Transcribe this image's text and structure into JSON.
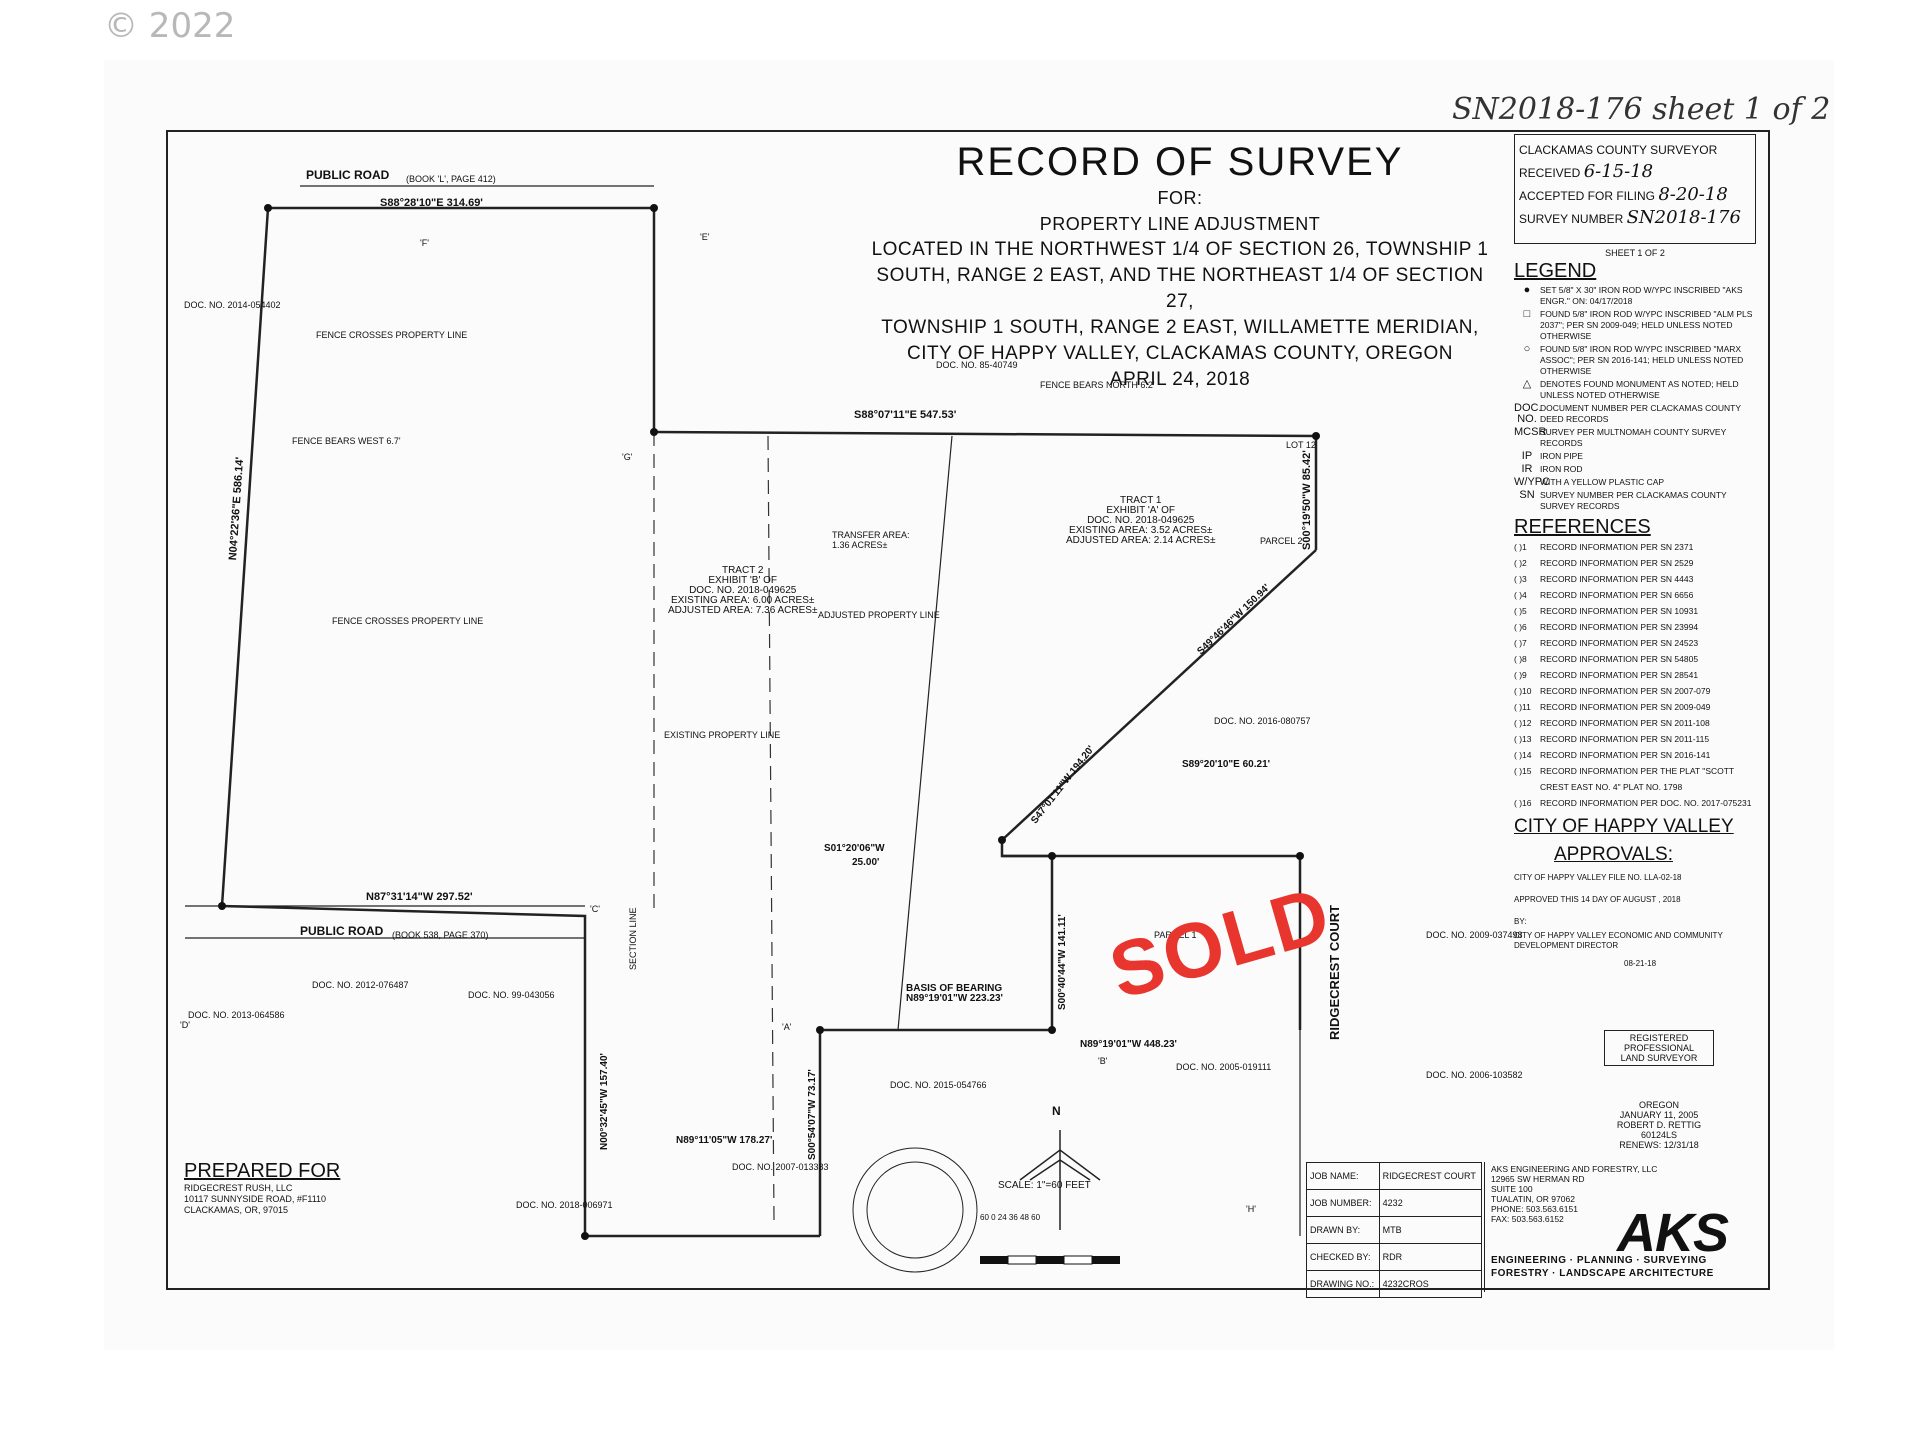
{
  "copyright": "© 2022",
  "header": {
    "handwritten_sheet": "SN2018-176 sheet 1 of 2",
    "title": "RECORD OF SURVEY",
    "for": "FOR:",
    "purpose": "PROPERTY LINE ADJUSTMENT",
    "location_lines": [
      "LOCATED IN THE NORTHWEST 1/4 OF SECTION 26, TOWNSHIP 1",
      "SOUTH, RANGE 2 EAST, AND THE NORTHEAST 1/4 OF SECTION 27,",
      "TOWNSHIP 1 SOUTH, RANGE 2 EAST, WILLAMETTE MERIDIAN,",
      "CITY OF HAPPY VALLEY, CLACKAMAS COUNTY, OREGON"
    ],
    "date": "APRIL 24, 2018"
  },
  "county_box": {
    "title": "CLACKAMAS COUNTY SURVEYOR",
    "received_label": "RECEIVED",
    "received_value": "6-15-18",
    "accepted_label": "ACCEPTED FOR FILING",
    "accepted_value": "8-20-18",
    "survey_label": "SURVEY NUMBER",
    "survey_value": "SN2018-176"
  },
  "sheet_label": "SHEET 1 OF 2",
  "legend": {
    "title": "LEGEND",
    "items": [
      {
        "symbol": "●",
        "text": "SET 5/8\" X 30\" IRON ROD W/YPC INSCRIBED \"AKS ENGR.\" ON: 04/17/2018"
      },
      {
        "symbol": "□",
        "text": "FOUND 5/8\" IRON ROD W/YPC INSCRIBED \"ALM PLS 2037\"; PER SN 2009-049; HELD UNLESS NOTED OTHERWISE"
      },
      {
        "symbol": "○",
        "text": "FOUND 5/8\" IRON ROD W/YPC INSCRIBED \"MARX ASSOC\"; PER SN 2016-141; HELD UNLESS NOTED OTHERWISE"
      },
      {
        "symbol": "△",
        "text": "DENOTES FOUND MONUMENT AS NOTED; HELD UNLESS NOTED OTHERWISE"
      },
      {
        "symbol": "DOC. NO.",
        "text": "DOCUMENT NUMBER PER CLACKAMAS COUNTY DEED RECORDS"
      },
      {
        "symbol": "MCSR",
        "text": "SURVEY PER MULTNOMAH COUNTY SURVEY RECORDS"
      },
      {
        "symbol": "IP",
        "text": "IRON PIPE"
      },
      {
        "symbol": "IR",
        "text": "IRON ROD"
      },
      {
        "symbol": "W/YPC",
        "text": "WITH A YELLOW PLASTIC CAP"
      },
      {
        "symbol": "SN",
        "text": "SURVEY NUMBER PER CLACKAMAS COUNTY SURVEY RECORDS"
      }
    ]
  },
  "references": {
    "title": "REFERENCES",
    "items": [
      {
        "num": "( )1",
        "text": "RECORD INFORMATION PER SN 2371"
      },
      {
        "num": "( )2",
        "text": "RECORD INFORMATION PER SN 2529"
      },
      {
        "num": "( )3",
        "text": "RECORD INFORMATION PER SN 4443"
      },
      {
        "num": "( )4",
        "text": "RECORD INFORMATION PER SN 6656"
      },
      {
        "num": "( )5",
        "text": "RECORD INFORMATION PER SN 10931"
      },
      {
        "num": "( )6",
        "text": "RECORD INFORMATION PER SN 23994"
      },
      {
        "num": "( )7",
        "text": "RECORD INFORMATION PER SN 24523"
      },
      {
        "num": "( )8",
        "text": "RECORD INFORMATION PER SN 54805"
      },
      {
        "num": "( )9",
        "text": "RECORD INFORMATION PER SN 28541"
      },
      {
        "num": "( )10",
        "text": "RECORD INFORMATION PER SN 2007-079"
      },
      {
        "num": "( )11",
        "text": "RECORD INFORMATION PER SN 2009-049"
      },
      {
        "num": "( )12",
        "text": "RECORD INFORMATION PER SN 2011-108"
      },
      {
        "num": "( )13",
        "text": "RECORD INFORMATION PER SN 2011-115"
      },
      {
        "num": "( )14",
        "text": "RECORD INFORMATION PER SN 2016-141"
      },
      {
        "num": "( )15",
        "text": "RECORD INFORMATION PER THE PLAT \"SCOTT CREST EAST NO. 4\" PLAT NO. 1798"
      },
      {
        "num": "( )16",
        "text": "RECORD INFORMATION PER DOC. NO. 2017-075231"
      }
    ]
  },
  "approvals": {
    "title1": "CITY OF HAPPY VALLEY",
    "title2": "APPROVALS:",
    "file_no": "CITY OF HAPPY VALLEY FILE NO. LLA-02-18",
    "approved": "APPROVED THIS 14 DAY OF AUGUST , 2018",
    "by": "BY:",
    "director": "CITY OF HAPPY VALLEY ECONOMIC AND COMMUNITY DEVELOPMENT DIRECTOR",
    "stamp_date": "08-21-18"
  },
  "seal": {
    "l1": "REGISTERED",
    "l2": "PROFESSIONAL",
    "l3": "LAND SURVEYOR",
    "l4": "OREGON",
    "l5": "JANUARY 11, 2005",
    "l6": "ROBERT D. RETTIG",
    "l7": "60124LS",
    "renews": "RENEWS: 12/31/18"
  },
  "prepared_for": {
    "title": "PREPARED FOR",
    "lines": [
      "RIDGECREST RUSH, LLC",
      "10117 SUNNYSIDE ROAD, #F1110",
      "CLACKAMAS, OR, 97015"
    ]
  },
  "job_table": [
    {
      "label": "JOB NAME:",
      "value": "RIDGECREST COURT"
    },
    {
      "label": "JOB NUMBER:",
      "value": "4232"
    },
    {
      "label": "DRAWN BY:",
      "value": "MTB"
    },
    {
      "label": "CHECKED BY:",
      "value": "RDR"
    },
    {
      "label": "DRAWING NO.:",
      "value": "4232CROS"
    }
  ],
  "aks": {
    "addr": [
      "AKS ENGINEERING AND FORESTRY, LLC",
      "12965 SW HERMAN RD",
      "SUITE 100",
      "TUALATIN, OR 97062",
      "PHONE: 503.563.6151",
      "FAX: 503.563.6152"
    ],
    "logo": "AKS",
    "tag1": "ENGINEERING · PLANNING · SURVEYING",
    "tag2": "FORESTRY · LANDSCAPE ARCHITECTURE"
  },
  "scale": {
    "text": "SCALE: 1\"=60 FEET",
    "ticks": "60   0   24 36 48 60"
  },
  "north": "N",
  "sold": "SOLD",
  "plat": {
    "public_road_top": "PUBLIC ROAD",
    "public_road_top_ref": "(BOOK 'L', PAGE 412)",
    "public_road_bottom": "PUBLIC ROAD",
    "public_road_bottom_ref": "(BOOK 538, PAGE 370)",
    "ridgecrest": "RIDGECREST COURT",
    "top_bearing": "S88°28'10\"E 314.69'",
    "mid_bearing": "S88°07'11\"E 547.53'",
    "right_bearing": "S00°19'50\"W 85.42'",
    "west_bearing": "N04°22'36\"E 586.14'",
    "bottom_bearing": "N87°31'14\"W 297.52'",
    "tract1_h": "TRACT 1",
    "tract1_l1": "EXHIBIT 'A' OF",
    "tract1_l2": "DOC. NO. 2018-049625",
    "tract1_l3": "EXISTING AREA: 3.52 ACRES±",
    "tract1_l4": "ADJUSTED AREA: 2.14 ACRES±",
    "tract2_h": "TRACT 2",
    "tract2_l1": "EXHIBIT 'B' OF",
    "tract2_l2": "DOC. NO. 2018-049625",
    "tract2_l3": "EXISTING AREA: 6.00 ACRES±",
    "tract2_l4": "ADJUSTED AREA: 7.36 ACRES±",
    "transfer": "TRANSFER AREA:",
    "transfer2": "1.36 ACRES±",
    "basis": "BASIS OF BEARING",
    "basis_val": "N89°19'01\"W 223.23'",
    "diag": "S47°01'11\"W 194.20'",
    "diag2": "S49°46'46\"W 150.94'",
    "s89": "S89°20'10\"E 60.21'",
    "s00": "S00°40'44\"W 141.11'",
    "n89": "N89°19'01\"W 448.23'",
    "n00b": "N00°32'45\"W 157.40'",
    "s00c": "S00°54'07\"W 73.17'",
    "n89b": "N89°11'05\"W 178.27'",
    "s01": "S01°20'06\"W",
    "s01v": "25.00'",
    "parcel1": "PARCEL 1",
    "parcel2": "PARCEL 2",
    "lot12": "LOT 12",
    "section_line": "SECTION LINE",
    "fence_west": "FENCE BEARS WEST 6.7'",
    "fence_crosses": "FENCE CROSSES PROPERTY LINE",
    "fence_crosses2": "FENCE CROSSES PROPERTY LINE",
    "adjusted_pl": "ADJUSTED PROPERTY LINE",
    "existing_pl": "EXISTING PROPERTY LINE",
    "fence_north": "FENCE BEARS NORTH 6.2'",
    "doc1": "DOC. NO. 2014-054402",
    "doc2": "DOC. NO. 85-40749",
    "doc3": "DOC. NO. 2016-080757",
    "doc4": "DOC. NO. 2009-037498",
    "doc5": "DOC. NO. 2006-103582",
    "doc6": "DOC. NO. 2005-019111",
    "doc7": "DOC. NO. 2015-054766",
    "doc8": "DOC. NO. 2007-013383",
    "doc9": "DOC. NO. 2018-006971",
    "doc10": "DOC. NO. 2013-064586",
    "doc11": "DOC. NO. 2012-076487",
    "doc12": "DOC. NO. 99-043056",
    "pt_a": "'A'",
    "pt_b": "'B'",
    "pt_c": "'C'",
    "pt_d": "'D'",
    "pt_e": "'E'",
    "pt_f": "'F'",
    "pt_g": "'G'",
    "pt_h": "'H'"
  }
}
